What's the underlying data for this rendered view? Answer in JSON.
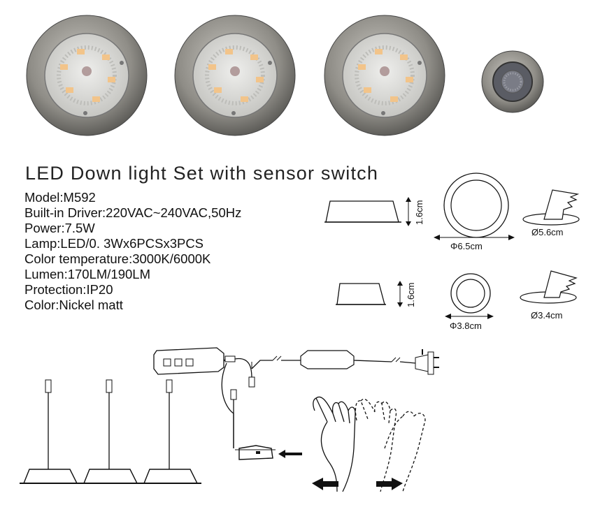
{
  "title": "LED Down light Set with sensor switch",
  "specs": [
    {
      "label": "Model",
      "value": "M592"
    },
    {
      "label": "Built-in Driver",
      "value": "220VAC~240VAC,50Hz"
    },
    {
      "label": "Power",
      "value": "7.5W"
    },
    {
      "label": "Lamp",
      "value": "LED/0. 3Wx6PCSx3PCS"
    },
    {
      "label": "Color  temperature",
      "value": "3000K/6000K"
    },
    {
      "label": "Lumen",
      "value": "170LM/190LM"
    },
    {
      "label": "Protection",
      "value": "IP20"
    },
    {
      "label": "Color",
      "value": "Nickel  matt"
    }
  ],
  "dimensions": {
    "downlight": {
      "height": "1.6cm",
      "diameter": "Φ6.5cm",
      "cutout": "Ø5.6cm"
    },
    "sensor": {
      "height": "1.6cm",
      "diameter": "Φ3.8cm",
      "cutout": "Ø3.4cm"
    }
  },
  "colors": {
    "nickel": "#8a8a86",
    "led_warm": "#f2c48a",
    "line": "#111111"
  }
}
